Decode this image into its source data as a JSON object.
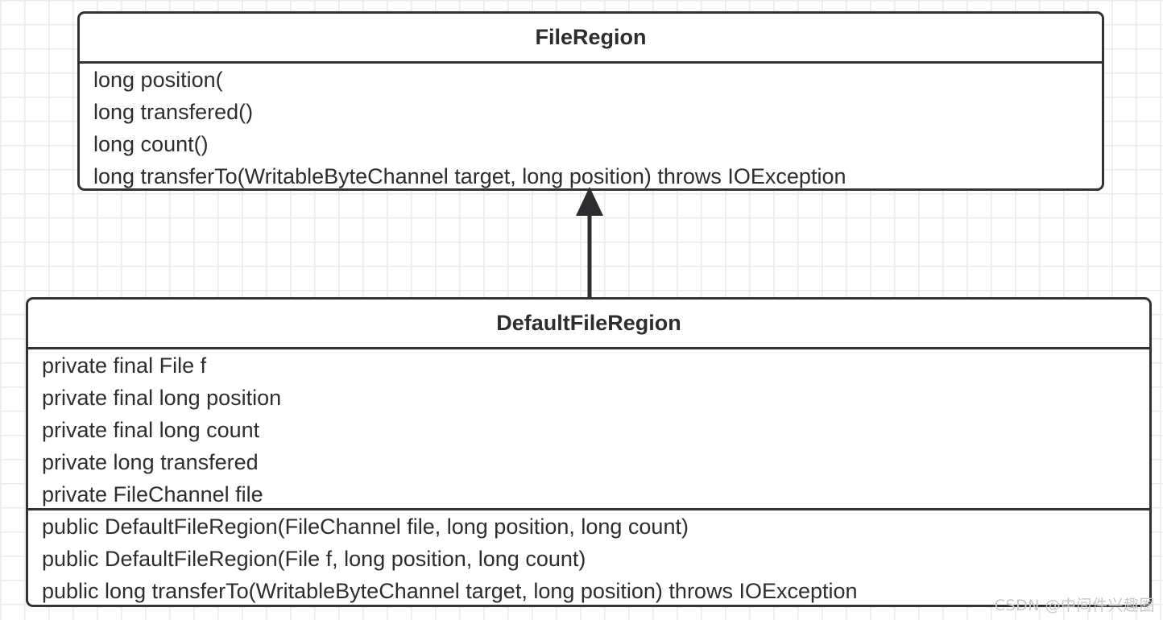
{
  "diagram": {
    "type": "uml-class-diagram",
    "background": "#ffffff",
    "grid_color": "#ebebeb",
    "border_color": "#333336",
    "text_color": "#2d2d30",
    "classes": [
      {
        "id": "fileregion",
        "name": "FileRegion",
        "stereotype": "interface",
        "fields": [],
        "methods": [
          "long position(",
          "long transfered()",
          "long count()",
          "long transferTo(WritableByteChannel target, long position) throws IOException"
        ]
      },
      {
        "id": "defaultfileregion",
        "name": "DefaultFileRegion",
        "stereotype": "class",
        "fields": [
          "private final File f",
          "private final long position",
          "private final long count",
          "private long transfered",
          "private FileChannel file"
        ],
        "methods": [
          "public DefaultFileRegion(FileChannel file, long position, long count)",
          "public DefaultFileRegion(File f, long position, long count)",
          "public long transferTo(WritableByteChannel target, long position) throws IOException"
        ]
      }
    ],
    "relationships": [
      {
        "kind": "generalization",
        "from": "DefaultFileRegion",
        "to": "FileRegion",
        "arrow": "solid-filled-triangle",
        "line": "solid"
      }
    ]
  },
  "watermark": {
    "text": "CSDN @中间件兴趣圈",
    "color": "#c9c9c9"
  }
}
